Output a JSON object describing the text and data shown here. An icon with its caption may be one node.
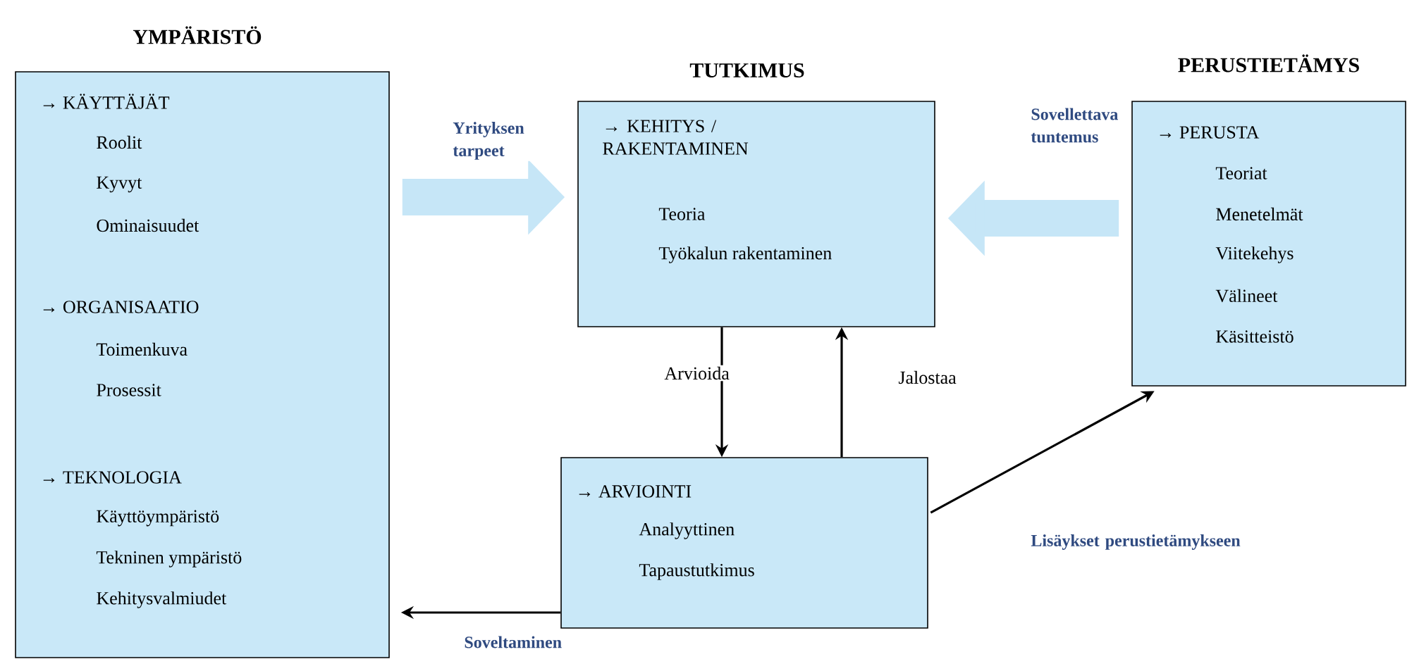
{
  "diagram": {
    "nodes": [
      {
        "text": [
          "YMPÄRISTÖ",
          "→ KÄYTTÄJÄT",
          "Roolit",
          "Kyvyt",
          "Ominaisuudet",
          "→ ORGANISAATIO",
          "Toimenkuva",
          "Prosessit",
          "→ TEKNOLOGIA",
          "Käyttöympäristö",
          "Tekninen ympäristö",
          "Kehitysvalmiudet"
        ]
      },
      {
        "text": [
          "TUTKIMUS",
          "→ KEHITYS / RAKENTAMINEN",
          "Teoria",
          "Työkalun rakentaminen"
        ]
      },
      {
        "text": [
          "PERUSTIETÄMYS",
          "→ PERUSTA",
          "Teoriat",
          "Menetelmät",
          "Viitekehys",
          "Välineet",
          "Käsitteistö"
        ]
      },
      {
        "text": [
          "→ ARVIOINTI",
          "Analyyttinen",
          "Tapaustutkimus"
        ]
      }
    ],
    "edges": [
      {
        "from": 0,
        "to": 1,
        "arrow": "to",
        "label": "Yrityksen tarpeet",
        "style": "thick",
        "color": "#c6e6f7"
      },
      {
        "from": 2,
        "to": 1,
        "arrow": "to",
        "label": "Sovellettava tuntemus",
        "style": "thick",
        "color": "#c6e6f7"
      },
      {
        "from": 1,
        "to": 3,
        "arrow": "to",
        "label": "Arvioida"
      },
      {
        "from": 3,
        "to": 1,
        "arrow": "to",
        "label": "Jalostaa"
      },
      {
        "from": 3,
        "to": 2,
        "arrow": "to",
        "label": "Lisäykset perustietämykseen"
      },
      {
        "from": 3,
        "to": 0,
        "arrow": "to",
        "label": "Soveltaminen"
      }
    ]
  }
}
